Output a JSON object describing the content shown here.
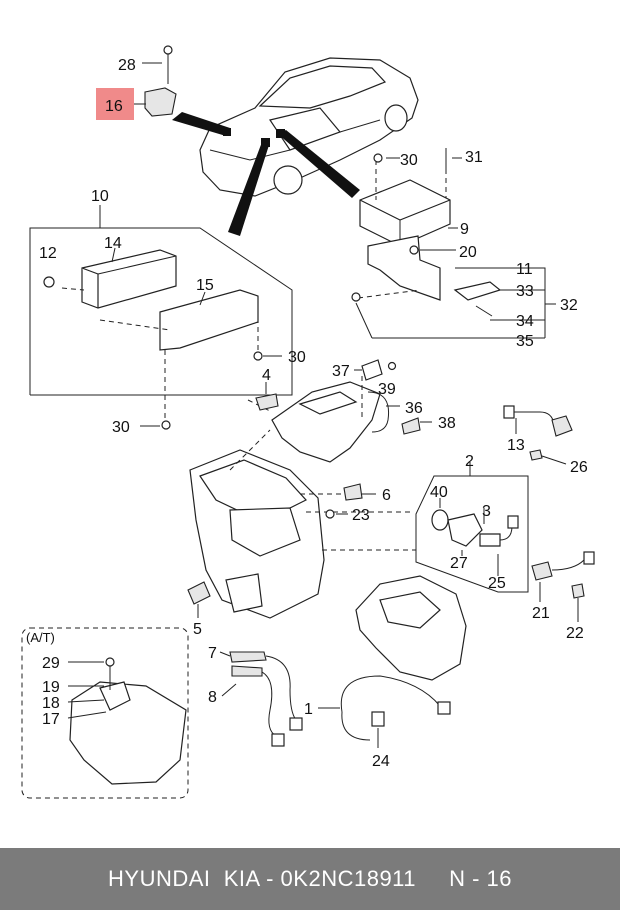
{
  "diagram": {
    "highlight_color": "#f08a8a",
    "footer_color": "#7b7b7b",
    "callouts": {
      "c1": "1",
      "c2": "2",
      "c3": "3",
      "c5": "5",
      "c6": "6",
      "c7": "7",
      "c8": "8",
      "c9": "9",
      "c10": "10",
      "c11": "11",
      "c12": "12",
      "c13": "13",
      "c14": "14",
      "c15": "15",
      "c16": "16",
      "c17": "17",
      "c18": "18",
      "c19": "19",
      "c20": "20",
      "c21": "21",
      "c22": "22",
      "c23": "23",
      "c24": "24",
      "c25": "25",
      "c26": "26",
      "c27": "27",
      "c28": "28",
      "c29": "29",
      "c30a": "30",
      "c30b": "30",
      "c30c": "30",
      "c31": "31",
      "c32": "32",
      "c33": "33",
      "c34": "34",
      "c35": "35",
      "c36": "36",
      "c37": "37",
      "c38": "38",
      "c39": "39",
      "c40": "40",
      "c4": "4"
    },
    "at_label": "(A/T)"
  },
  "footer": {
    "text": "HYUNDAI  KIA - 0K2NC18911     N - 16"
  }
}
